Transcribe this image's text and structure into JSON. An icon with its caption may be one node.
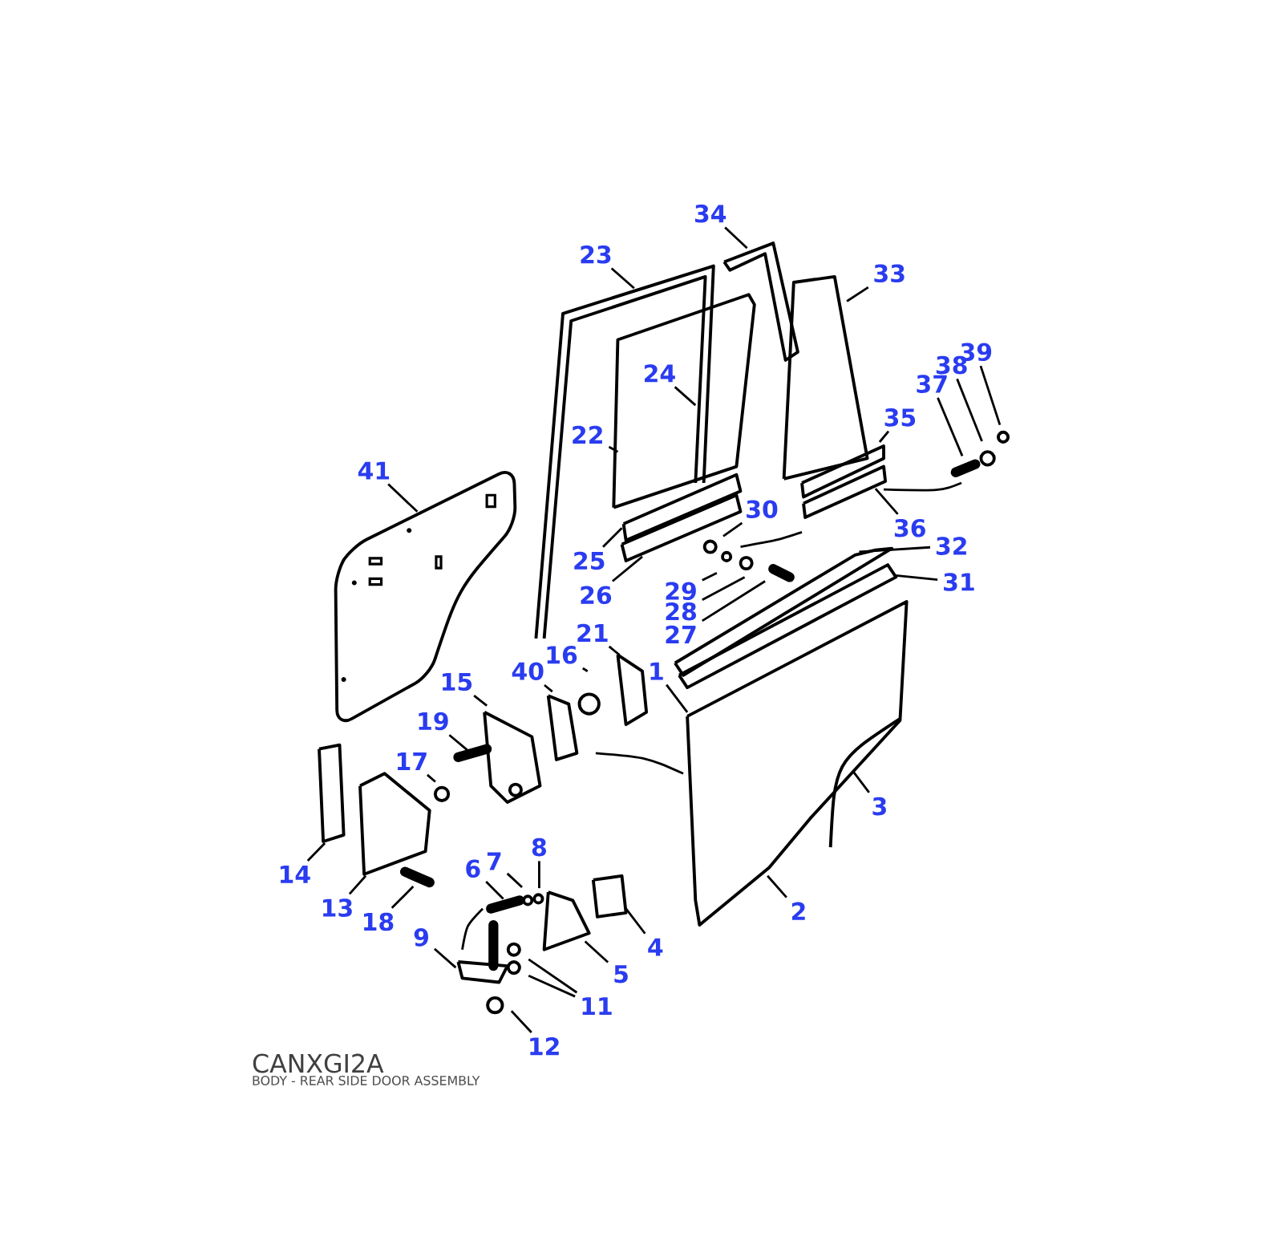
{
  "diagram": {
    "caption": "BODY - REAR SIDE DOOR ASSEMBLY",
    "nodes": [
      {
        "text": [
          "34"
        ]
      },
      {
        "text": [
          "23"
        ]
      },
      {
        "text": [
          "33"
        ]
      },
      {
        "text": [
          "39"
        ]
      },
      {
        "text": [
          "38"
        ]
      },
      {
        "text": [
          "37"
        ]
      },
      {
        "text": [
          "24"
        ]
      },
      {
        "text": [
          "35"
        ]
      },
      {
        "text": [
          "22"
        ]
      },
      {
        "text": [
          "41"
        ]
      },
      {
        "text": [
          "30"
        ]
      },
      {
        "text": [
          "36"
        ]
      },
      {
        "text": [
          "32"
        ]
      },
      {
        "text": [
          "25"
        ]
      },
      {
        "text": [
          "31"
        ]
      },
      {
        "text": [
          "29"
        ]
      },
      {
        "text": [
          "26"
        ]
      },
      {
        "text": [
          "28"
        ]
      },
      {
        "text": [
          "27"
        ]
      },
      {
        "text": [
          "21"
        ]
      },
      {
        "text": [
          "16"
        ]
      },
      {
        "text": [
          "1"
        ]
      },
      {
        "text": [
          "40"
        ]
      },
      {
        "text": [
          "15"
        ]
      },
      {
        "text": [
          "19"
        ]
      },
      {
        "text": [
          "17"
        ]
      },
      {
        "text": [
          "3"
        ]
      },
      {
        "text": [
          "8"
        ]
      },
      {
        "text": [
          "14"
        ]
      },
      {
        "text": [
          "7"
        ]
      },
      {
        "text": [
          "6"
        ]
      },
      {
        "text": [
          "13"
        ]
      },
      {
        "text": [
          "2"
        ]
      },
      {
        "text": [
          "18"
        ]
      },
      {
        "text": [
          "9"
        ]
      },
      {
        "text": [
          "4"
        ]
      },
      {
        "text": [
          "5"
        ]
      },
      {
        "text": [
          "11"
        ]
      },
      {
        "text": [
          "12"
        ]
      }
    ],
    "edges": [
      {
        "from": 0,
        "to": null,
        "arrow": "none"
      },
      {
        "from": 1,
        "to": null,
        "arrow": "none"
      },
      {
        "from": 2,
        "to": null,
        "arrow": "none"
      },
      {
        "from": 3,
        "to": null,
        "arrow": "none"
      },
      {
        "from": 4,
        "to": null,
        "arrow": "none"
      },
      {
        "from": 5,
        "to": null,
        "arrow": "none"
      },
      {
        "from": 6,
        "to": null,
        "arrow": "none"
      },
      {
        "from": 7,
        "to": null,
        "arrow": "none"
      },
      {
        "from": 8,
        "to": null,
        "arrow": "none"
      },
      {
        "from": 9,
        "to": null,
        "arrow": "none"
      },
      {
        "from": 10,
        "to": null,
        "arrow": "none"
      },
      {
        "from": 11,
        "to": null,
        "arrow": "none"
      },
      {
        "from": 12,
        "to": null,
        "arrow": "none"
      },
      {
        "from": 13,
        "to": null,
        "arrow": "none"
      },
      {
        "from": 14,
        "to": null,
        "arrow": "none"
      },
      {
        "from": 15,
        "to": null,
        "arrow": "none"
      },
      {
        "from": 16,
        "to": null,
        "arrow": "none"
      },
      {
        "from": 17,
        "to": null,
        "arrow": "none"
      },
      {
        "from": 18,
        "to": null,
        "arrow": "none"
      },
      {
        "from": 19,
        "to": null,
        "arrow": "none"
      },
      {
        "from": 20,
        "to": null,
        "arrow": "none"
      },
      {
        "from": 21,
        "to": null,
        "arrow": "none"
      },
      {
        "from": 22,
        "to": null,
        "arrow": "none"
      },
      {
        "from": 23,
        "to": null,
        "arrow": "none"
      },
      {
        "from": 24,
        "to": null,
        "arrow": "none"
      },
      {
        "from": 25,
        "to": null,
        "arrow": "none"
      },
      {
        "from": 26,
        "to": null,
        "arrow": "none"
      },
      {
        "from": 27,
        "to": null,
        "arrow": "none"
      },
      {
        "from": 28,
        "to": null,
        "arrow": "none"
      },
      {
        "from": 29,
        "to": null,
        "arrow": "none"
      },
      {
        "from": 30,
        "to": null,
        "arrow": "none"
      },
      {
        "from": 31,
        "to": null,
        "arrow": "none"
      },
      {
        "from": 32,
        "to": null,
        "arrow": "none"
      },
      {
        "from": 33,
        "to": null,
        "arrow": "none"
      },
      {
        "from": 34,
        "to": null,
        "arrow": "none"
      },
      {
        "from": 35,
        "to": null,
        "arrow": "none"
      },
      {
        "from": 36,
        "to": null,
        "arrow": "none"
      },
      {
        "from": 37,
        "to": null,
        "arrow": "none"
      },
      {
        "from": 37,
        "to": null,
        "arrow": "none"
      },
      {
        "from": 38,
        "to": null,
        "arrow": "none"
      }
    ],
    "labels": [
      "CANXGI2A"
    ]
  }
}
